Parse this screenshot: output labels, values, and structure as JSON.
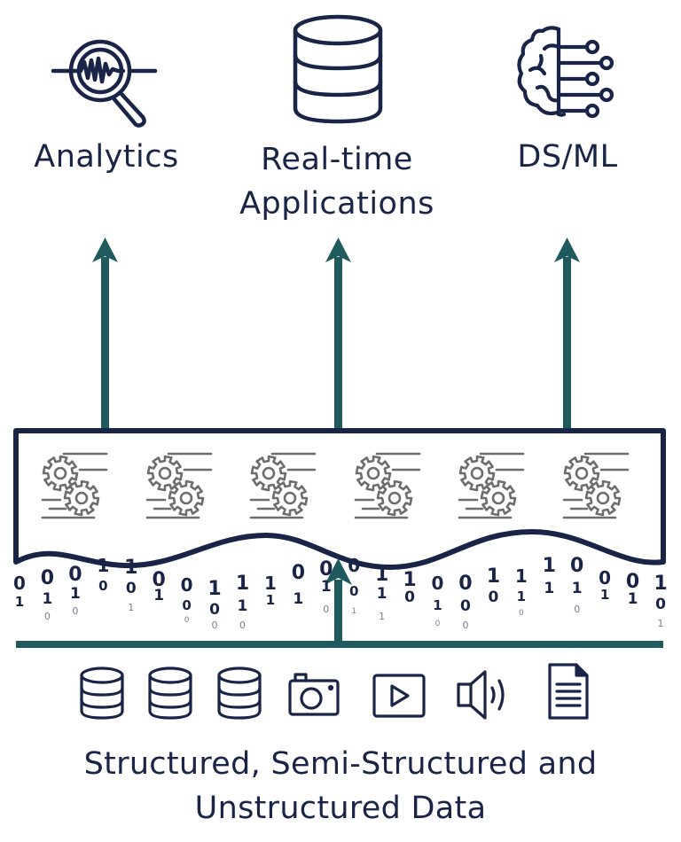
{
  "colors": {
    "navy": "#1a2447",
    "teal_arrow": "#1f5a5e",
    "gear_grey": "#6d6d6d",
    "background": "#ffffff"
  },
  "outputs": [
    {
      "label": "Analytics",
      "icon": "analytics-magnifier-waveform-icon"
    },
    {
      "label_line1": "Real-time",
      "label_line2": "Applications",
      "icon": "database-icon"
    },
    {
      "label": "DS/ML",
      "icon": "brain-circuit-icon"
    }
  ],
  "processing": {
    "icon": "gears-processing-icon",
    "count": 6
  },
  "binary_stream": [
    [
      "0",
      "1",
      ""
    ],
    [
      "0",
      "1",
      "0"
    ],
    [
      "0",
      "1",
      "0"
    ],
    [
      "1",
      "0",
      ""
    ],
    [
      "1",
      "0",
      "1"
    ],
    [
      "0",
      "1",
      ""
    ],
    [
      "0",
      "0",
      "0"
    ],
    [
      "1",
      "0",
      "0"
    ],
    [
      "1",
      "1",
      "0"
    ],
    [
      "1",
      "1",
      ""
    ],
    [
      "0",
      "1",
      ""
    ],
    [
      "0",
      "1",
      "0"
    ],
    [
      "0",
      "0",
      "1"
    ],
    [
      "1",
      "1",
      "1"
    ],
    [
      "1",
      "0",
      ""
    ],
    [
      "0",
      "1",
      "0"
    ],
    [
      "0",
      "0",
      "0"
    ],
    [
      "1",
      "0",
      ""
    ],
    [
      "1",
      "1",
      "0"
    ],
    [
      "1",
      "1",
      ""
    ],
    [
      "0",
      "1",
      "0"
    ],
    [
      "0",
      "1",
      ""
    ],
    [
      "0",
      "1",
      ""
    ],
    [
      "1",
      "0",
      "1"
    ]
  ],
  "sources": [
    {
      "icon": "database-icon",
      "type": "structured"
    },
    {
      "icon": "database-icon",
      "type": "structured"
    },
    {
      "icon": "database-icon",
      "type": "structured"
    },
    {
      "icon": "camera-icon",
      "type": "image"
    },
    {
      "icon": "video-play-icon",
      "type": "video"
    },
    {
      "icon": "audio-speaker-icon",
      "type": "audio"
    },
    {
      "icon": "document-icon",
      "type": "document"
    }
  ],
  "caption": {
    "line1": "Structured, Semi-Structured and",
    "line2": "Unstructured Data"
  }
}
